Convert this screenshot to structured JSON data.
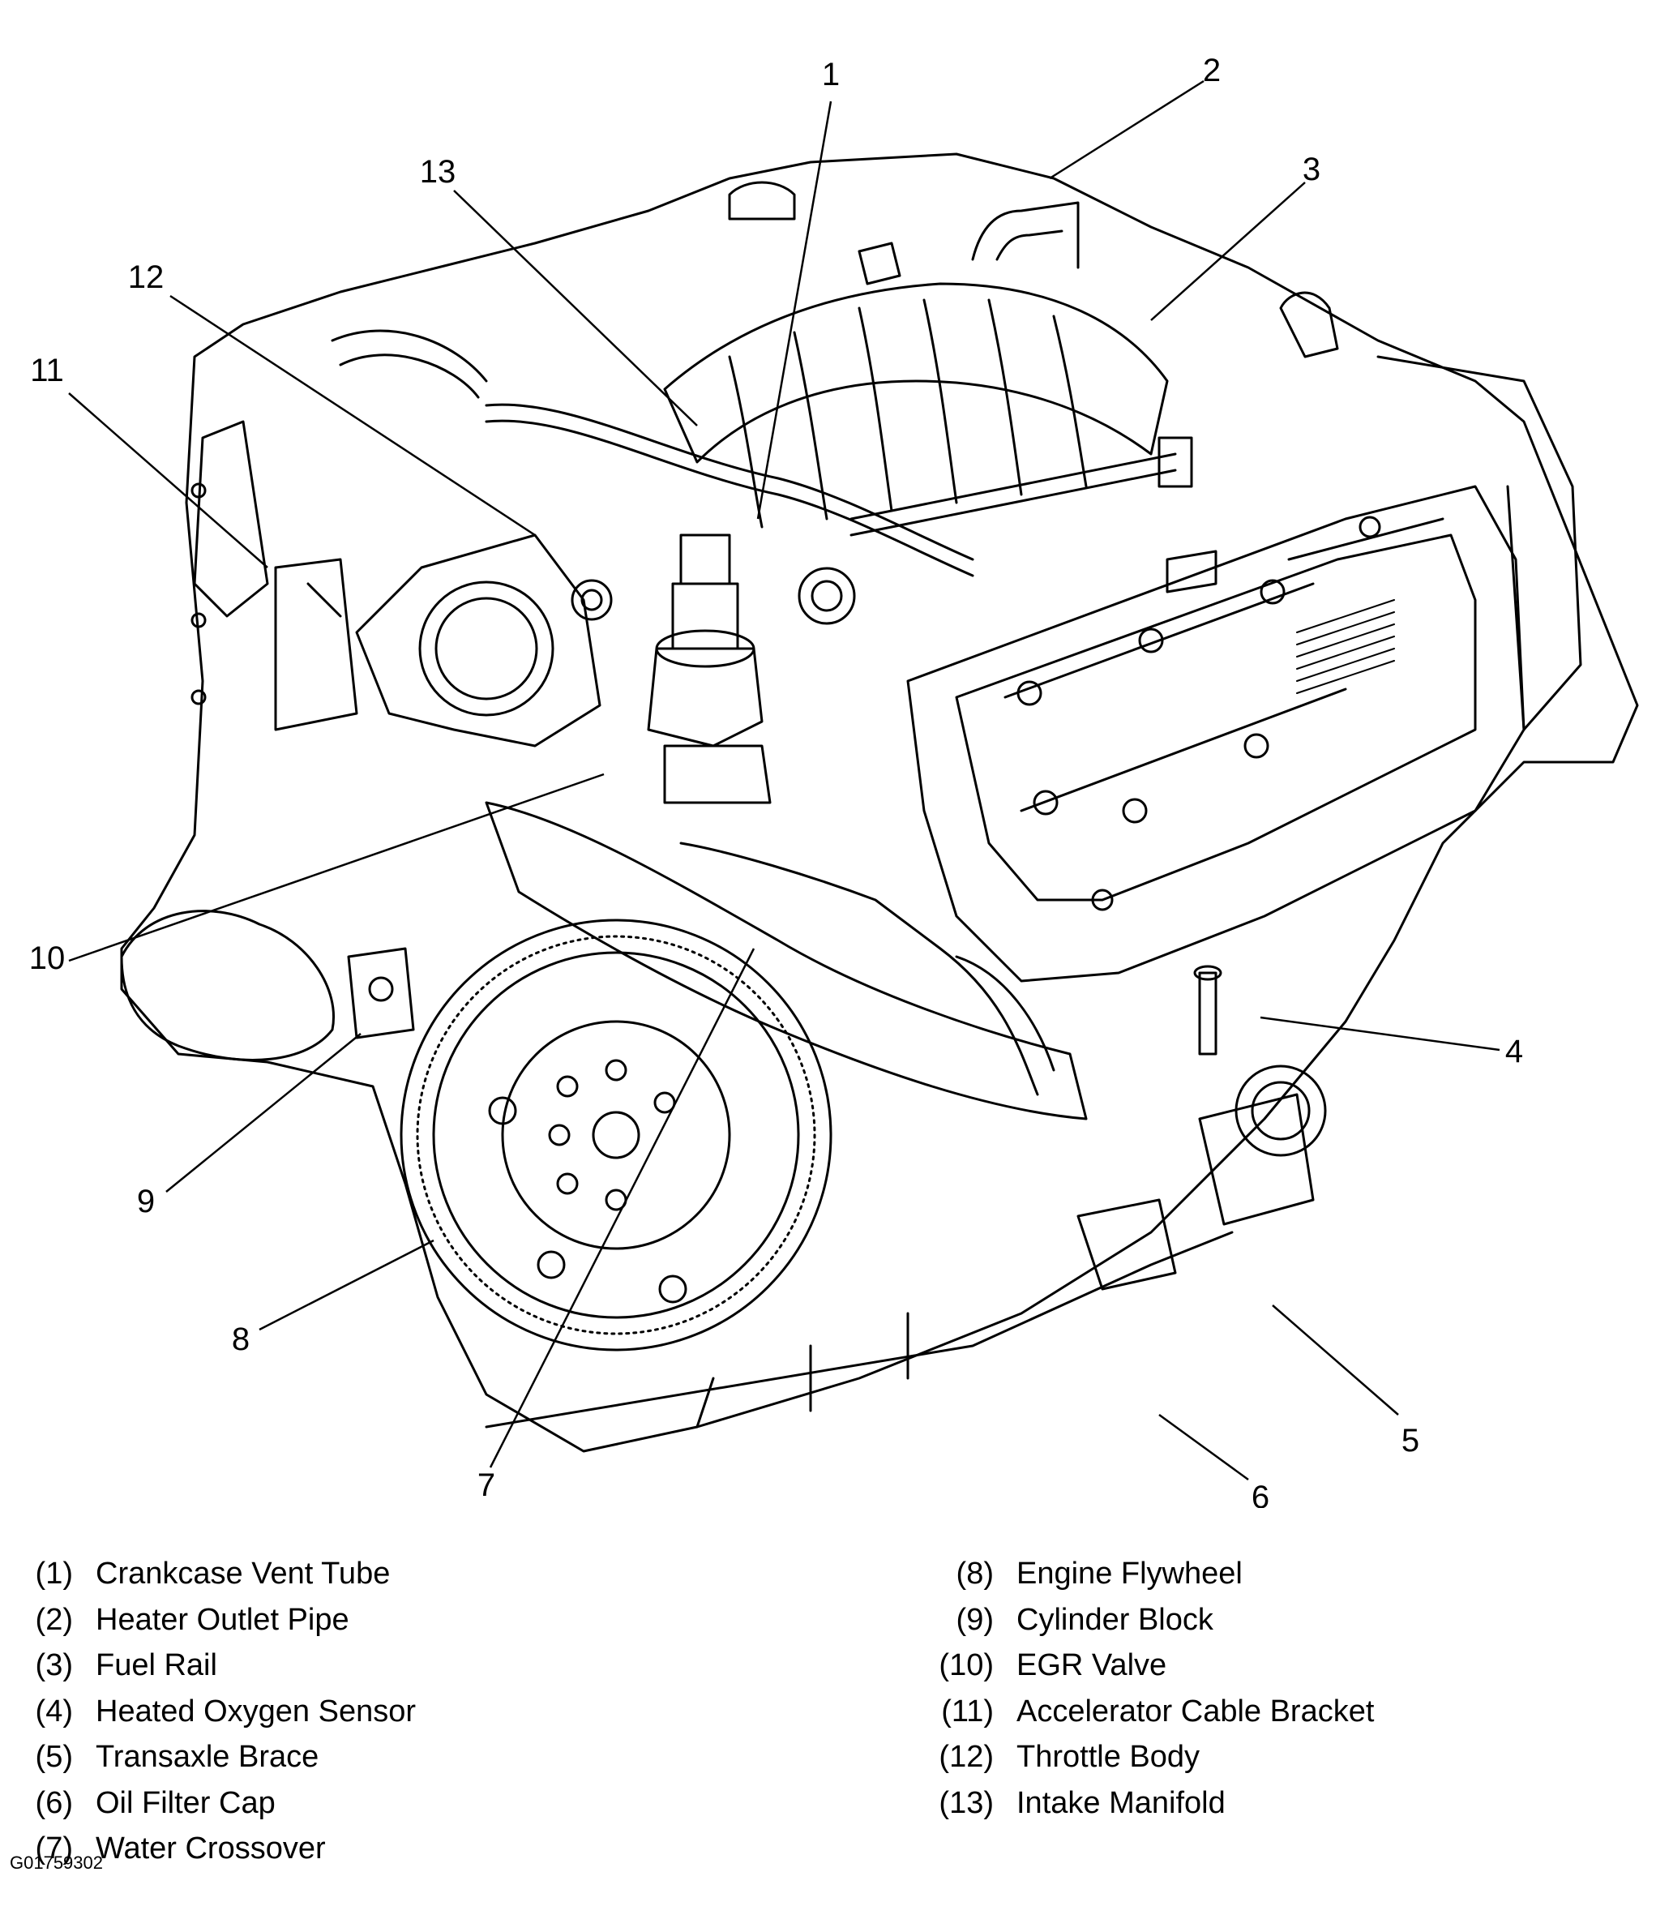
{
  "callouts": [
    {
      "number": "1"
    },
    {
      "number": "2"
    },
    {
      "number": "3"
    },
    {
      "number": "4"
    },
    {
      "number": "5"
    },
    {
      "number": "6"
    },
    {
      "number": "7"
    },
    {
      "number": "8"
    },
    {
      "number": "9"
    },
    {
      "number": "10"
    },
    {
      "number": "11"
    },
    {
      "number": "12"
    },
    {
      "number": "13"
    }
  ],
  "legend": {
    "left": [
      {
        "num": "(1)",
        "label": "Crankcase Vent Tube"
      },
      {
        "num": "(2)",
        "label": "Heater Outlet Pipe"
      },
      {
        "num": "(3)",
        "label": "Fuel Rail"
      },
      {
        "num": "(4)",
        "label": "Heated Oxygen Sensor"
      },
      {
        "num": "(5)",
        "label": "Transaxle Brace"
      },
      {
        "num": "(6)",
        "label": "Oil Filter Cap"
      },
      {
        "num": "(7)",
        "label": "Water Crossover"
      }
    ],
    "right": [
      {
        "num": "(8)",
        "label": "Engine Flywheel"
      },
      {
        "num": "(9)",
        "label": "Cylinder Block"
      },
      {
        "num": "(10)",
        "label": "EGR Valve"
      },
      {
        "num": "(11)",
        "label": "Accelerator Cable Bracket"
      },
      {
        "num": "(12)",
        "label": "Throttle Body"
      },
      {
        "num": "(13)",
        "label": "Intake Manifold"
      }
    ]
  },
  "figure_code": "G01759302"
}
